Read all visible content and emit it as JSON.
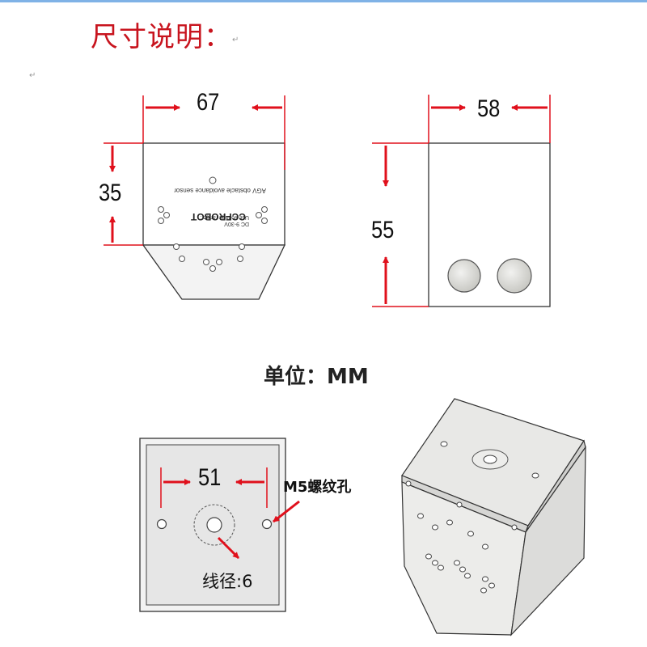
{
  "title": "尺寸说明：",
  "paragraph_mark": "↵",
  "unit_label": "单位：MM",
  "front_view": {
    "width_dim": "67",
    "height_dim": "35",
    "label_line1": "DC 9-30V",
    "label_line2": "Use voltage range :",
    "label_line3": "AGV obstacle avoidance sensor",
    "brand": "CCFROBOT"
  },
  "side_view": {
    "width_dim": "58",
    "height_dim": "55"
  },
  "bottom_view": {
    "hole_spacing_dim": "51",
    "thread_label": "M5螺纹孔",
    "wire_label": "线径:6"
  },
  "colors": {
    "title": "#c8141e",
    "dimension_arrow": "#e0101c",
    "line": "#333333",
    "panel_fill": "#e6e6e6"
  }
}
